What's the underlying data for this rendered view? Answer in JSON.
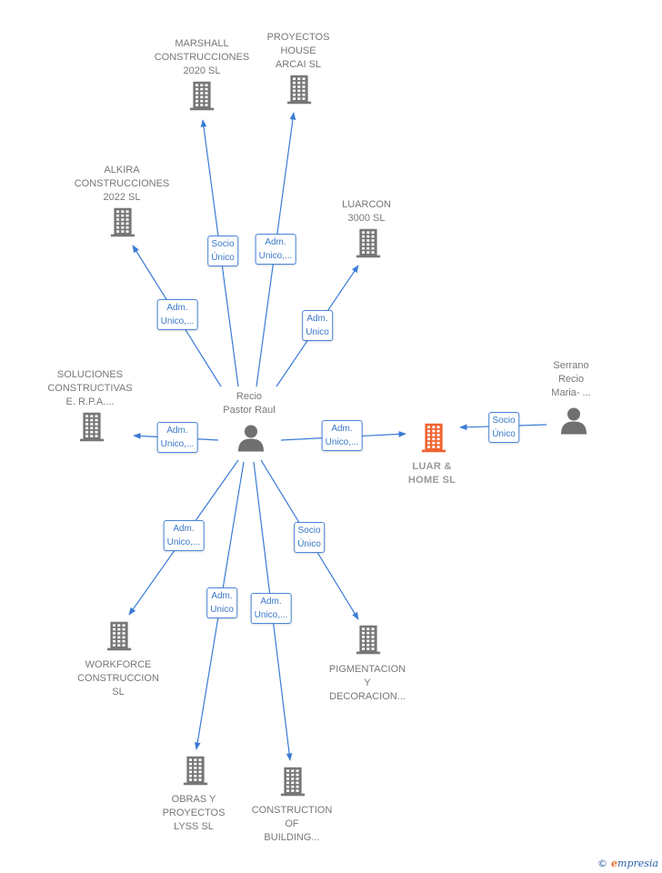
{
  "colors": {
    "edge": "#3a7bd5",
    "building": "#777777",
    "main_building": "#ef6431",
    "person": "#707070"
  },
  "nodes": [
    {
      "id": "marshall",
      "kind": "building",
      "label": "MARSHALL\nCONSTRUCCIONES\n2020  SL"
    },
    {
      "id": "proyectos",
      "kind": "building",
      "label": "PROYECTOS\nHOUSE\nARCAI SL"
    },
    {
      "id": "alkira",
      "kind": "building",
      "label": "ALKIRA\nCONSTRUCCIONES\n2022  SL"
    },
    {
      "id": "luarcon",
      "kind": "building",
      "label": "LUARCON\n3000  SL"
    },
    {
      "id": "soluciones",
      "kind": "building",
      "label": "SOLUCIONES\nCONSTRUCTIVAS\nE. R.P.A...."
    },
    {
      "id": "recio",
      "kind": "person",
      "label": "Recio\nPastor Raul"
    },
    {
      "id": "luar",
      "kind": "main",
      "label": "LUAR &\nHOME  SL"
    },
    {
      "id": "serrano",
      "kind": "person",
      "label": "Serrano\nRecio\nMaria- ..."
    },
    {
      "id": "workforce",
      "kind": "building",
      "label": "WORKFORCE\nCONSTRUCCION\nSL"
    },
    {
      "id": "pigmentacion",
      "kind": "building",
      "label": "PIGMENTACION\nY\nDECORACION..."
    },
    {
      "id": "obras",
      "kind": "building",
      "label": "OBRAS Y\nPROYECTOS\nLYSS SL"
    },
    {
      "id": "construction",
      "kind": "building",
      "label": "CONSTRUCTION\nOF\nBUILDING..."
    }
  ],
  "edges": [
    {
      "from": "recio",
      "to": "marshall",
      "label": "Socio\nÚnico"
    },
    {
      "from": "recio",
      "to": "proyectos",
      "label": "Adm.\nUnico,..."
    },
    {
      "from": "recio",
      "to": "alkira",
      "label": "Adm.\nUnico,..."
    },
    {
      "from": "recio",
      "to": "luarcon",
      "label": "Adm.\nUnico"
    },
    {
      "from": "recio",
      "to": "soluciones",
      "label": "Adm.\nUnico,..."
    },
    {
      "from": "recio",
      "to": "luar",
      "label": "Adm.\nUnico,..."
    },
    {
      "from": "serrano",
      "to": "luar",
      "label": "Socio\nÚnico"
    },
    {
      "from": "recio",
      "to": "workforce",
      "label": "Adm.\nUnico,..."
    },
    {
      "from": "recio",
      "to": "pigmentacion",
      "label": "Socio\nÚnico"
    },
    {
      "from": "recio",
      "to": "obras",
      "label": "Adm.\nUnico"
    },
    {
      "from": "recio",
      "to": "construction",
      "label": "Adm.\nUnico,..."
    }
  ],
  "brand": {
    "copyright": "©",
    "initial": "e",
    "name": "mpresia"
  }
}
